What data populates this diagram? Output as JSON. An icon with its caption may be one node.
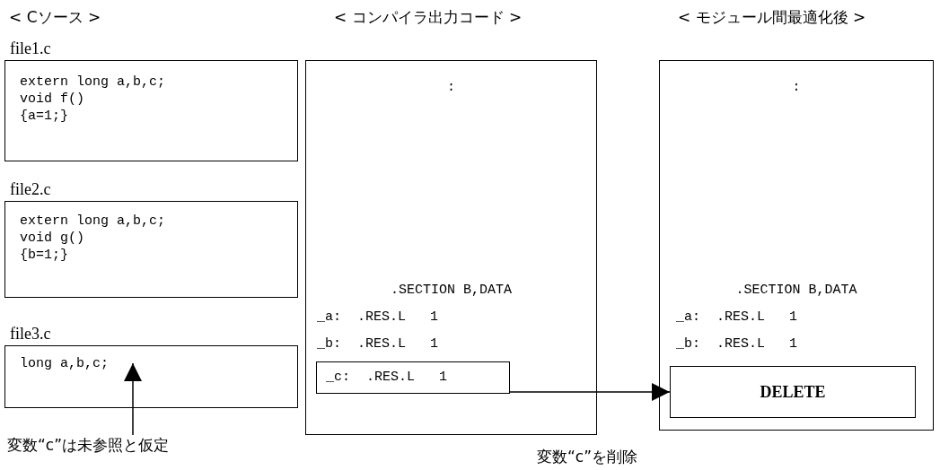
{
  "diagram": {
    "nodes": [
      {
        "text": [
          "file1.c",
          "extern long a,b,c;",
          "void f()",
          "{a=1;}"
        ]
      },
      {
        "text": [
          "file2.c",
          "extern long a,b,c;",
          "void g()",
          "{b=1;}"
        ]
      },
      {
        "text": [
          "file3.c",
          "long a,b,c;"
        ]
      },
      {
        "text": [
          "変数“c”は未参照と仮定"
        ]
      },
      {
        "text": [
          ":",
          ".SECTION B,DATA",
          "_a:  .RES.L   1",
          "_b:  .RES.L   1"
        ]
      },
      {
        "text": [
          "_c:  .RES.L   1"
        ],
        "in": 4
      },
      {
        "text": [
          ":",
          ".SECTION B,DATA",
          "_a:  .RES.L   1",
          "_b:  .RES.L   1"
        ]
      },
      {
        "text": [
          "DELETE"
        ],
        "in": 6
      }
    ],
    "edges": [
      {
        "from": 3,
        "to": 2,
        "arrow": "to"
      },
      {
        "from": 5,
        "to": 7,
        "arrow": "to"
      }
    ],
    "labels": [
      "< Cソース >",
      "< コンパイラ出力コード >",
      "< モジュール間最適化後 >",
      "変数“c”を削除"
    ]
  }
}
